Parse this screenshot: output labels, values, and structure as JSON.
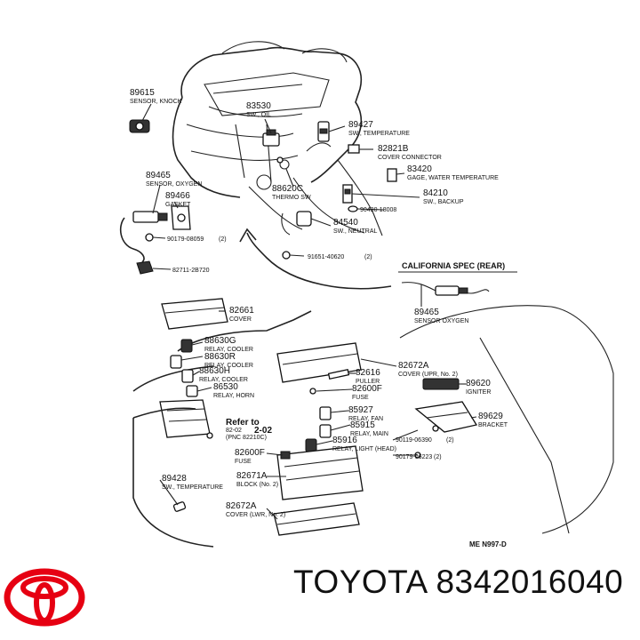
{
  "footer": {
    "brand": "TOYOTA",
    "part_number": "8342016040",
    "logo": "toyota-logo"
  },
  "diagram": {
    "section_label": "CALIFORNIA SPEC (REAR)",
    "drawing_code": "ME N997-D",
    "ref": {
      "title": "Refer to",
      "code": "82-02",
      "num": "2-02",
      "sub": "(PNC 82210C)"
    },
    "parts": [
      {
        "id": "p89615",
        "num": "89615",
        "name": "SENSOR, KNOCK"
      },
      {
        "id": "p83530",
        "num": "83530",
        "name": "SW., OIL"
      },
      {
        "id": "p89427",
        "num": "89427",
        "name": "SW., TEMPERATURE"
      },
      {
        "id": "p82821B",
        "num": "82821B",
        "name": "COVER CONNECTOR"
      },
      {
        "id": "p83420",
        "num": "83420",
        "name": "GAGE, WATER TEMPERATURE"
      },
      {
        "id": "p88620C",
        "num": "88620C",
        "name": "THERMO SW"
      },
      {
        "id": "p84210",
        "num": "84210",
        "name": "SW., BACKUP"
      },
      {
        "id": "p90430",
        "num": "90430-18008",
        "name": ""
      },
      {
        "id": "p84540",
        "num": "84540",
        "name": "SW., NEUTRAL"
      },
      {
        "id": "p91651",
        "num": "91651-40620",
        "name": "(2)"
      },
      {
        "id": "p89465a",
        "num": "89465",
        "name": "SENSOR, OXYGEN"
      },
      {
        "id": "p89466",
        "num": "89466",
        "name": "GASKET"
      },
      {
        "id": "p90179a",
        "num": "90179-08059",
        "name": "(2)"
      },
      {
        "id": "p82711",
        "num": "82711-2B720",
        "name": ""
      },
      {
        "id": "p89465b",
        "num": "89465",
        "name": "SENSOR OXYGEN"
      },
      {
        "id": "p82661",
        "num": "82661",
        "name": "COVER"
      },
      {
        "id": "p88630G",
        "num": "88630G",
        "name": "RELAY, COOLER"
      },
      {
        "id": "p88630R",
        "num": "88630R",
        "name": "RELAY, COOLER"
      },
      {
        "id": "p88630H",
        "num": "88630H",
        "name": "RELAY, COOLER"
      },
      {
        "id": "p86530",
        "num": "86530",
        "name": "RELAY, HORN"
      },
      {
        "id": "p82616",
        "num": "82616",
        "name": "PULLER"
      },
      {
        "id": "p82672Aa",
        "num": "82672A",
        "name": "COVER (UPR, No. 2)"
      },
      {
        "id": "p82600Fa",
        "num": "82600F",
        "name": "FUSE"
      },
      {
        "id": "p89620",
        "num": "89620",
        "name": "IGNITER"
      },
      {
        "id": "p85927",
        "num": "85927",
        "name": "RELAY, FAN"
      },
      {
        "id": "p89629",
        "num": "89629",
        "name": "BRACKET"
      },
      {
        "id": "p85915",
        "num": "85915",
        "name": "RELAY, MAIN"
      },
      {
        "id": "p90119",
        "num": "90119-06390",
        "name": "(2)"
      },
      {
        "id": "p85916",
        "num": "85916",
        "name": "RELAY, LIGHT (HEAD)"
      },
      {
        "id": "p90179b",
        "num": "90179-06223",
        "name": "(2)"
      },
      {
        "id": "p82600Fb",
        "num": "82600F",
        "name": "FUSE"
      },
      {
        "id": "p89428",
        "num": "89428",
        "name": "SW., TEMPERATURE"
      },
      {
        "id": "p82671A",
        "num": "82671A",
        "name": "BLOCK (No. 2)"
      },
      {
        "id": "p82672Ab",
        "num": "82672A",
        "name": "COVER (LWR, No. 2)"
      }
    ]
  }
}
